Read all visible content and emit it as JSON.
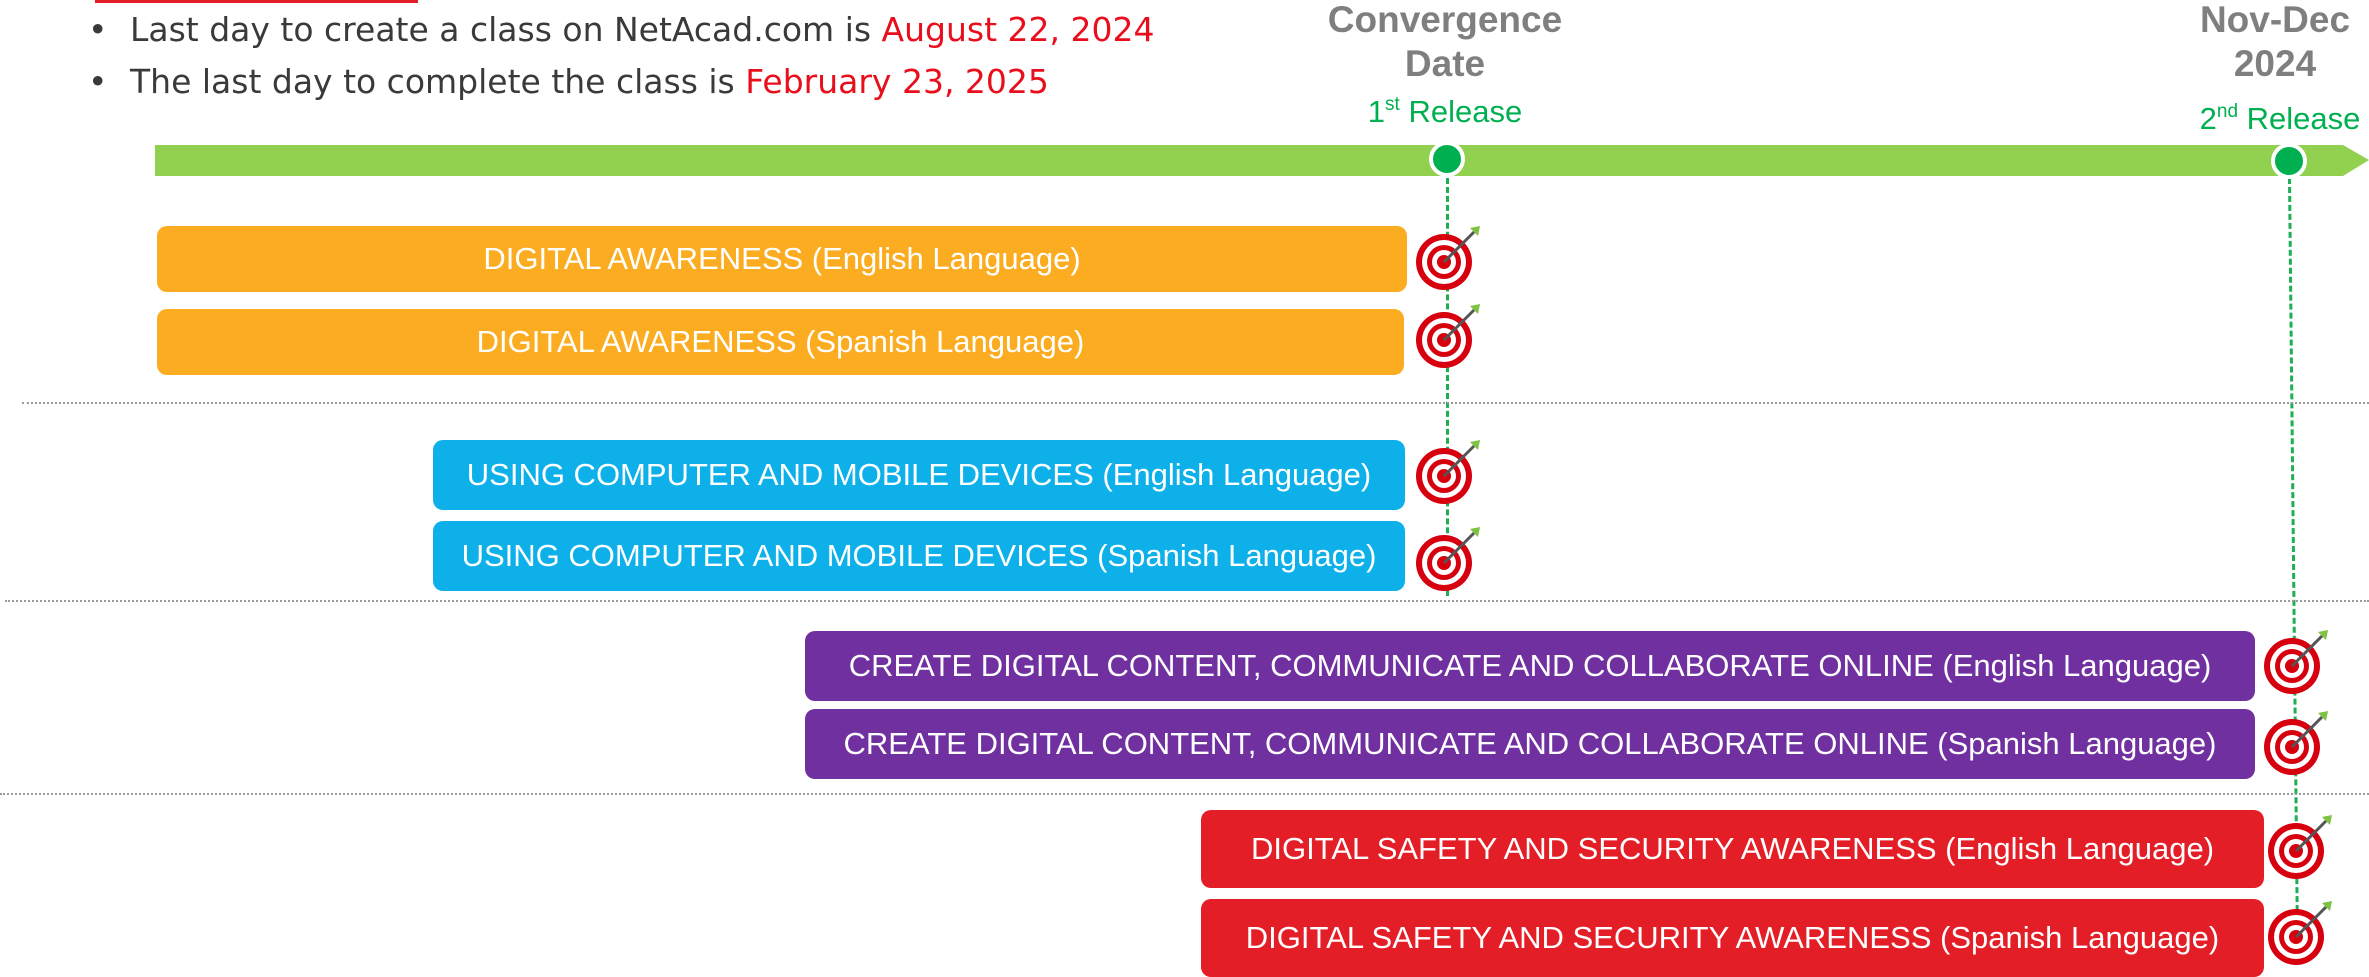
{
  "notes": [
    {
      "text": "Last day to create a class on NetAcad.com is ",
      "highlight": "August 22, 2024"
    },
    {
      "text": "The last day to complete the class is ",
      "highlight": "February 23, 2025"
    }
  ],
  "milestones": [
    {
      "heading": "Convergence\nDate",
      "release_prefix": "1",
      "release_sup": "st",
      "release_suffix": " Release"
    },
    {
      "heading": "Nov-Dec\n2024",
      "release_prefix": "2",
      "release_sup": "nd",
      "release_suffix": " Release"
    }
  ],
  "courses": [
    {
      "label": "DIGITAL AWARENESS (English Language)"
    },
    {
      "label": "DIGITAL AWARENESS (Spanish Language)"
    },
    {
      "label": "USING COMPUTER AND MOBILE DEVICES (English Language)"
    },
    {
      "label": "USING COMPUTER AND MOBILE DEVICES (Spanish Language)"
    },
    {
      "label": "CREATE DIGITAL CONTENT,  COMMUNICATE AND COLLABORATE ONLINE (English Language)"
    },
    {
      "label": "CREATE DIGITAL CONTENT,  COMMUNICATE AND COLLABORATE ONLINE (Spanish Language)"
    },
    {
      "label": "DIGITAL SAFETY AND SECURITY AWARENESS (English Language)"
    },
    {
      "label": "DIGITAL SAFETY AND SECURITY AWARENESS (Spanish Language)"
    }
  ],
  "colors": {
    "timeline": "#92d050",
    "milestone": "#00b050",
    "digital_awareness": "#fbac20",
    "using_devices": "#0eb0ea",
    "create_content": "#7030a0",
    "safety_security": "#e41e26",
    "highlight_text": "#e80e1c"
  },
  "icons": {
    "target": "bullseye-target-icon",
    "milestone": "milestone-dot-icon"
  }
}
